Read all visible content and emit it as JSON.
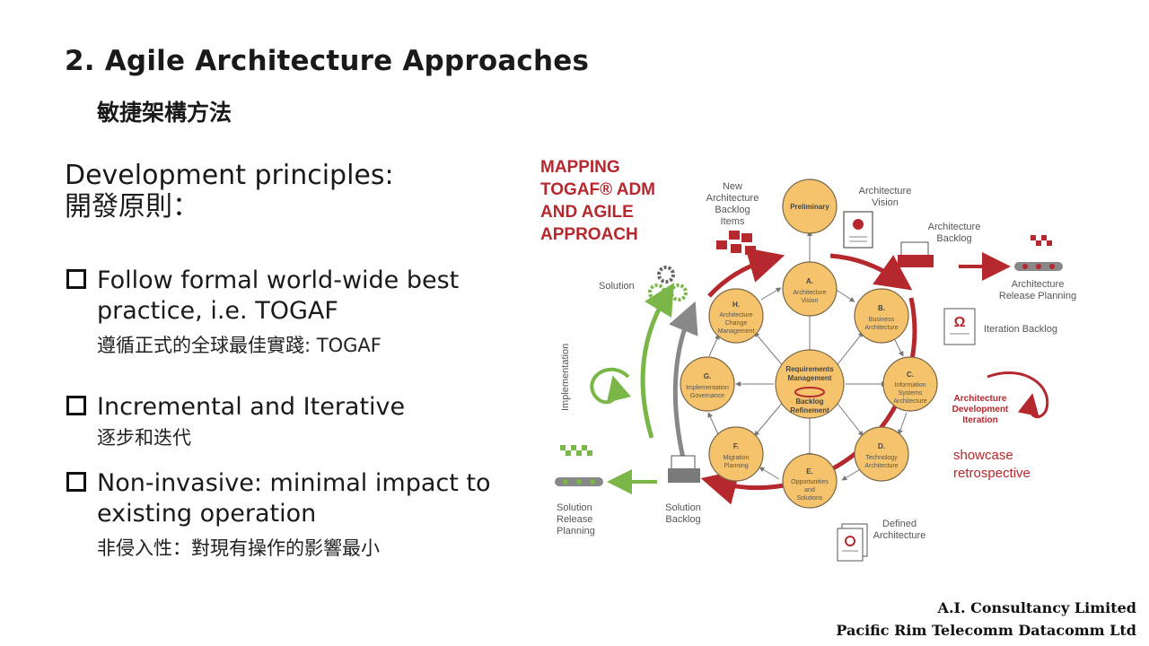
{
  "title": "2. Agile Architecture Approaches",
  "subtitle": "敏捷架構方法",
  "section": {
    "heading_en": "Development principles:",
    "heading_zh": "開發原則："
  },
  "bullets": [
    {
      "line1": "Follow formal world-wide best",
      "line2": "practice, i.e. TOGAF",
      "zh": "遵循正式的全球最佳實踐: TOGAF"
    },
    {
      "line1": "Incremental and Iterative",
      "zh": "逐步和迭代"
    },
    {
      "line1": "Non-invasive: minimal impact to",
      "line2": "existing operation",
      "zh": "非侵入性：對現有操作的影響最小"
    }
  ],
  "footer": {
    "line1": "A.I. Consultancy Limited",
    "line2": "Pacific Rim Telecomm Datacomm Ltd"
  },
  "diagram": {
    "title_lines": [
      "MAPPING",
      "TOGAF® ADM",
      "AND AGILE",
      "APPROACH"
    ],
    "center": {
      "l1": "Requirements",
      "l2": "Management",
      "l3": "Backlog",
      "l4": "Refinement"
    },
    "nodes": {
      "preliminary": "Preliminary",
      "a": {
        "head": "A.",
        "l1": "Architecture",
        "l2": "Vision"
      },
      "b": {
        "head": "B.",
        "l1": "Business",
        "l2": "Architecture"
      },
      "c": {
        "head": "C.",
        "l1": "Information",
        "l2": "Systems",
        "l3": "Architecture"
      },
      "d": {
        "head": "D.",
        "l1": "Technology",
        "l2": "Architecture"
      },
      "e": {
        "head": "E.",
        "l1": "Opportunities",
        "l2": "and",
        "l3": "Solutions"
      },
      "f": {
        "head": "F.",
        "l1": "Migration",
        "l2": "Planning"
      },
      "g": {
        "head": "G.",
        "l1": "Implementation",
        "l2": "Governance"
      },
      "h": {
        "head": "H.",
        "l1": "Architecture",
        "l2": "Change",
        "l3": "Management"
      }
    },
    "labels": {
      "new_backlog": [
        "New",
        "Architecture",
        "Backlog",
        "Items"
      ],
      "arch_vision": [
        "Architecture",
        "Vision"
      ],
      "arch_backlog": [
        "Architecture",
        "Backlog"
      ],
      "release_planning": [
        "Architecture",
        "Release Planning"
      ],
      "iteration_backlog": "Iteration Backlog",
      "dev_iteration": [
        "Architecture",
        "Development",
        "Iteration"
      ],
      "showcase": [
        "showcase",
        "retrospective"
      ],
      "defined_arch": [
        "Defined",
        "Architecture"
      ],
      "solution_backlog": [
        "Solution",
        "Backlog"
      ],
      "solution_release": [
        "Solution",
        "Release",
        "Planning"
      ],
      "solution": "Solution",
      "implementation": "Implementation"
    },
    "colors": {
      "accent": "#b5282e",
      "node": "#f5c36b",
      "green": "#7ab648",
      "grey": "#888888"
    }
  }
}
